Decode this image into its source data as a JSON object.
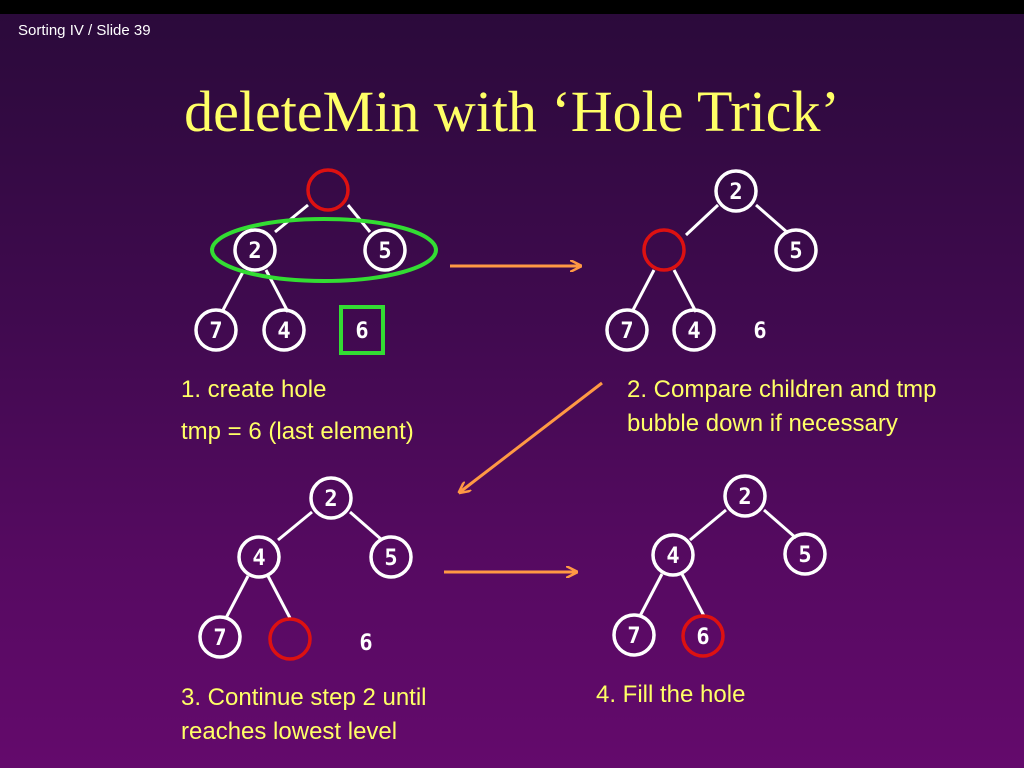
{
  "slide": {
    "label": "Sorting IV / Slide 39"
  },
  "title": "deleteMin with ‘Hole Trick’",
  "captions": {
    "step1_line1": "1. create hole",
    "step1_line2": "tmp = 6 (last element)",
    "step2_line1": "2. Compare children and tmp",
    "step2_line2": "bubble down if necessary",
    "step3_line1": "3. Continue step 2 until",
    "step3_line2": "reaches lowest level",
    "step4_line1": "4. Fill the hole"
  },
  "trees": [
    {
      "step": 1,
      "nodes": {
        "root": "",
        "left": "2",
        "right": "5",
        "left_left": "7",
        "left_right": "4"
      },
      "hole": "root",
      "tmp": "6",
      "tmp_boxed": true,
      "children_highlighted": true
    },
    {
      "step": 2,
      "nodes": {
        "root": "2",
        "left": "",
        "right": "5",
        "left_left": "7",
        "left_right": "4"
      },
      "hole": "left",
      "tmp": "6"
    },
    {
      "step": 3,
      "nodes": {
        "root": "2",
        "left": "4",
        "right": "5",
        "left_left": "7",
        "left_right": ""
      },
      "hole": "left_right",
      "tmp": "6"
    },
    {
      "step": 4,
      "nodes": {
        "root": "2",
        "left": "4",
        "right": "5",
        "left_left": "7",
        "left_right": "6"
      },
      "filled": "left_right"
    }
  ],
  "colors": {
    "title": "#ffff66",
    "caption": "#ffff66",
    "node_ring": "#ffffff",
    "hole_ring": "#dd1111",
    "highlight": "#33dd33",
    "arrow": "#ff9944"
  }
}
